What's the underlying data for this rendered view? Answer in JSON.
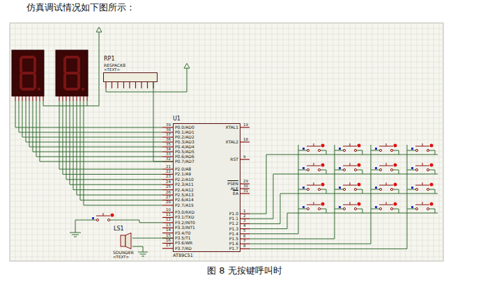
{
  "diagram": {
    "title": "仿真调试情况如下图所示：",
    "caption": "图 8 无按键呼叫时",
    "nodes": [
      {
        "text": [
          "RP1",
          "RESPACK8",
          "<TEXT>"
        ]
      },
      {
        "text": [
          "U1",
          "AT89C51"
        ]
      },
      {
        "text": [
          "LS1",
          "SOUNDER",
          "<TEXT>"
        ]
      }
    ],
    "edges": [
      {
        "from": 0,
        "to": 1,
        "arrow": "none"
      },
      {
        "from": 2,
        "to": 1,
        "arrow": "none"
      }
    ],
    "labels": [
      "39",
      "P0.0/AD0",
      "38",
      "P0.1/AD1",
      "37",
      "P0.2/AD2",
      "36",
      "P0.3/AD3",
      "35",
      "P0.4/AD4",
      "34",
      "P0.5/AD5",
      "33",
      "P0.6/AD6",
      "32",
      "P0.7/AD7",
      "21",
      "P2.0/A8",
      "22",
      "P2.1/A9",
      "23",
      "P2.2/A10",
      "24",
      "P2.3/A11",
      "25",
      "P2.4/A12",
      "26",
      "P2.5/A13",
      "27",
      "P2.6/A14",
      "28",
      "P2.7/A15",
      "10",
      "P3.0/RXD",
      "11",
      "P3.1/TXD",
      "12",
      "P3.2/INT0",
      "13",
      "P3.3/INT1",
      "14",
      "P3.4/T0",
      "15",
      "P3.5/T1",
      "16",
      "P3.6/WR",
      "17",
      "P3.7/RD",
      "19",
      "XTAL1",
      "18",
      "XTAL2",
      "9",
      "RST",
      "29",
      "PSEN",
      "30",
      "ALE",
      "31",
      "EA",
      "1",
      "P1.0",
      "2",
      "P1.1",
      "3",
      "P1.2",
      "4",
      "P1.3",
      "5",
      "P1.4",
      "6",
      "P1.5",
      "7",
      "P1.6",
      "8",
      "P1.7"
    ]
  }
}
